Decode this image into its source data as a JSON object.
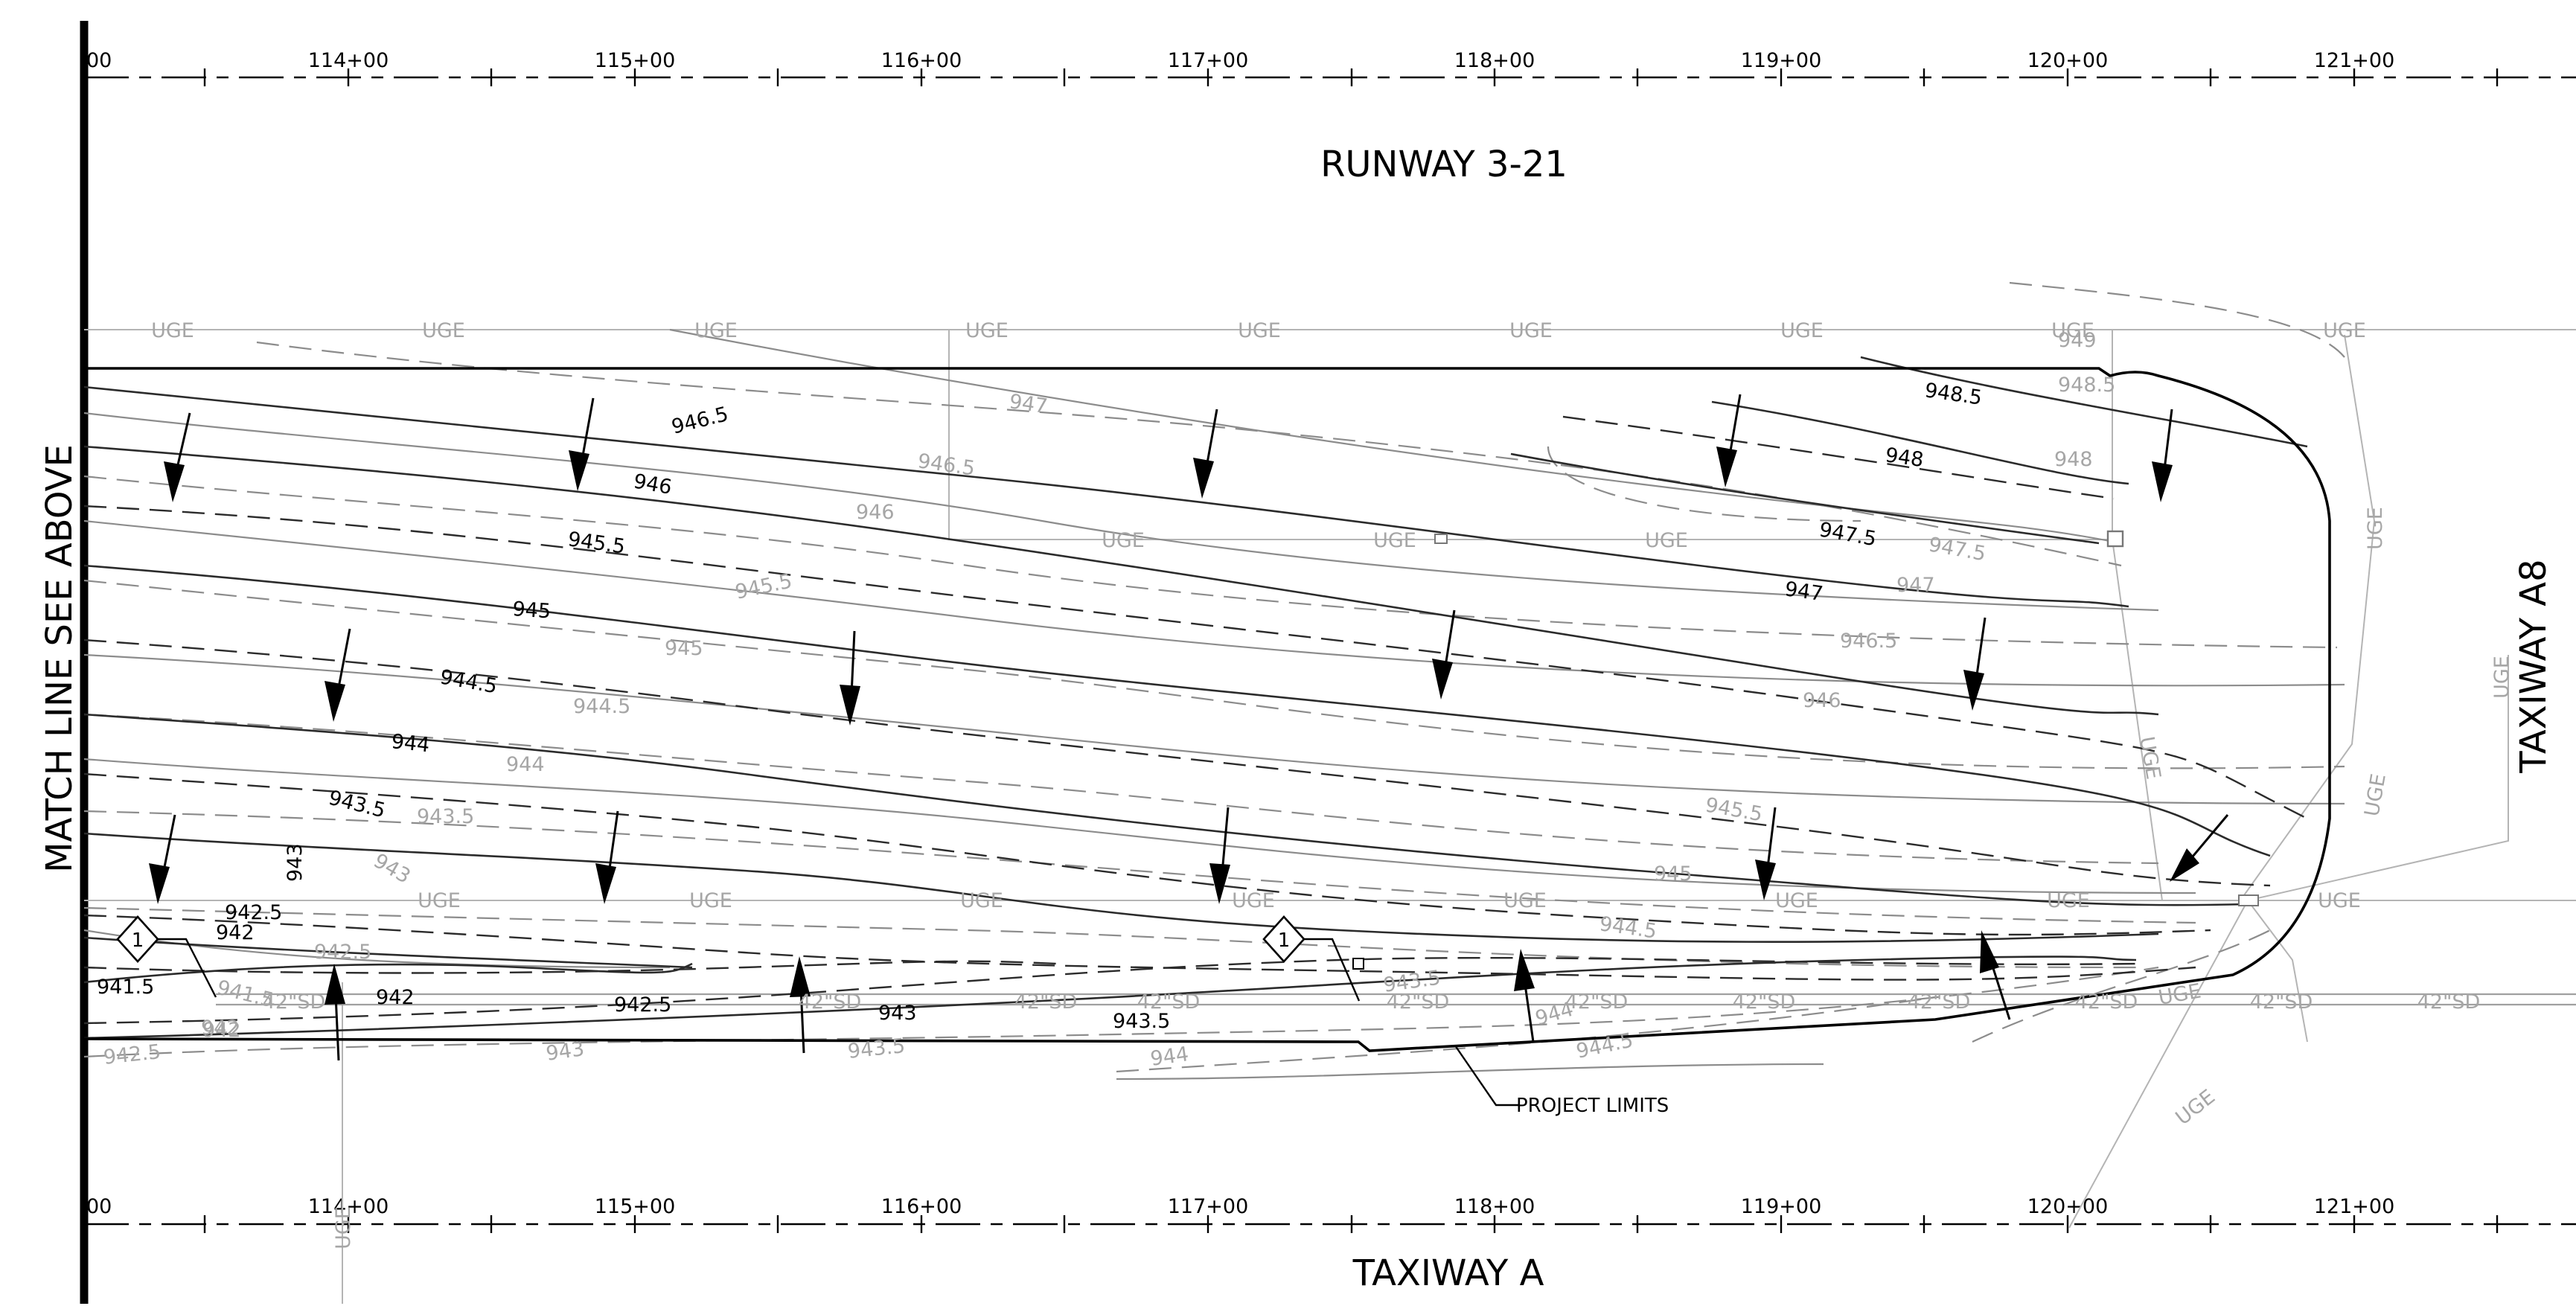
{
  "titles": {
    "runway": "RUNWAY 3-21",
    "taxiway_a": "TAXIWAY A",
    "taxiway_a8": "TAXIWAY A8",
    "match_line": "MATCH  LINE  SEE  ABOVE"
  },
  "stations": {
    "first_partial": "00",
    "labels": [
      "114+00",
      "115+00",
      "116+00",
      "117+00",
      "118+00",
      "119+00",
      "120+00",
      "121+00"
    ]
  },
  "contours_black": [
    "946.5",
    "946",
    "945.5",
    "945",
    "944.5",
    "944",
    "943.5",
    "943",
    "942.5",
    "942",
    "941.5",
    "942.5",
    "942",
    "943",
    "943.5",
    "947",
    "947.5",
    "948",
    "948.5"
  ],
  "contours_gray": [
    "949",
    "948.5",
    "948",
    "947.5",
    "947",
    "946.5",
    "946",
    "945.5",
    "945",
    "944.5",
    "944",
    "943.5",
    "943",
    "942.5",
    "942",
    "941.5",
    "947",
    "946.5",
    "946",
    "945.5",
    "945",
    "944.5",
    "944",
    "943.5",
    "943",
    "942.5",
    "942",
    "943.5",
    "944.5",
    "944"
  ],
  "utilities": {
    "uge": "UGE",
    "storm_drain": "42\"SD"
  },
  "callouts": {
    "project_limits": "PROJECT  LIMITS",
    "detail_tag": "1"
  },
  "colors": {
    "linework": "#000000",
    "existing": "#a6a6a6",
    "background": "#ffffff"
  }
}
